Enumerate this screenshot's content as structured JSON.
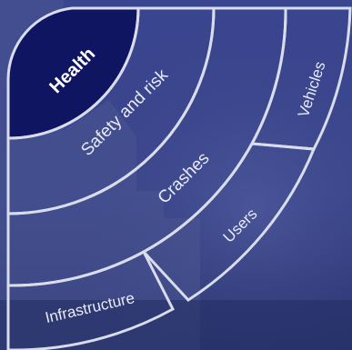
{
  "diagram": {
    "segments": [
      {
        "id": "health",
        "label": "Health",
        "active": true
      },
      {
        "id": "safety",
        "label": "Safety and risk",
        "active": false
      },
      {
        "id": "crashes",
        "label": "Crashes",
        "active": false
      },
      {
        "id": "vehicles",
        "label": "Vehicles",
        "active": false
      },
      {
        "id": "users",
        "label": "Users",
        "active": false
      },
      {
        "id": "infrastructure",
        "label": "Infrastructure",
        "active": false
      }
    ],
    "colors": {
      "active_fill": "#0f1560",
      "outline": "#d9dcea",
      "background": "#2f3a7a"
    }
  }
}
